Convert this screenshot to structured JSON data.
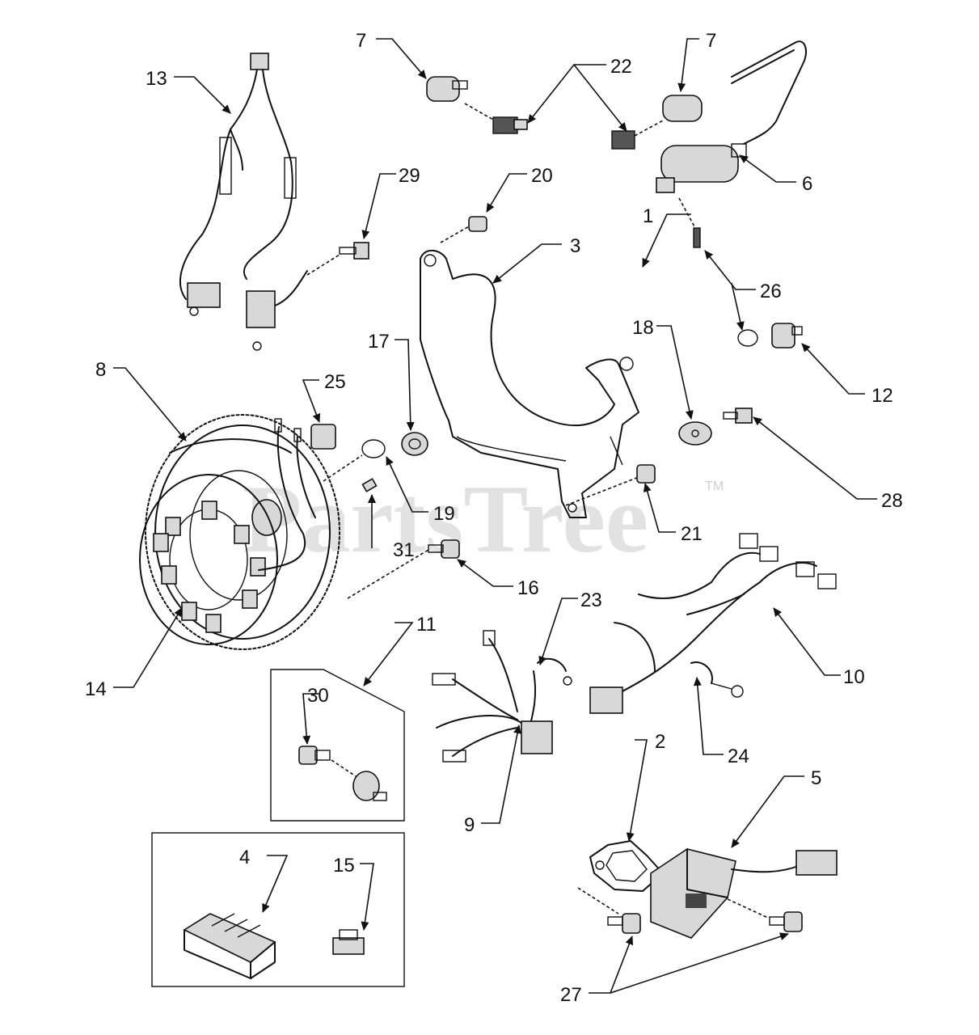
{
  "watermark": {
    "text": "PartsTree",
    "tm": "TM"
  },
  "callouts": [
    "1",
    "2",
    "3",
    "4",
    "5",
    "6",
    "7",
    "7",
    "8",
    "9",
    "10",
    "11",
    "12",
    "13",
    "14",
    "15",
    "16",
    "17",
    "18",
    "19",
    "20",
    "21",
    "22",
    "23",
    "24",
    "25",
    "26",
    "27",
    "28",
    "29",
    "30",
    "31"
  ]
}
